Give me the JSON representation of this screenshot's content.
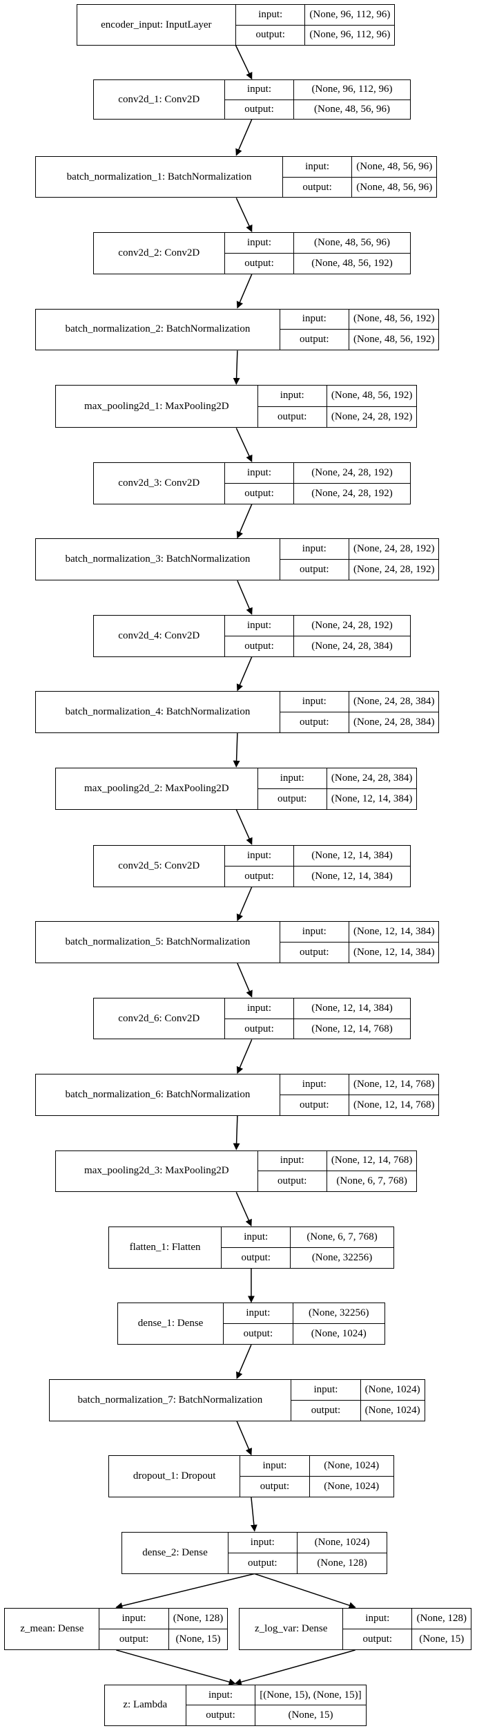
{
  "diagram": {
    "nodes": [
      {
        "id": "encoder_input",
        "label": "encoder_input: InputLayer",
        "input": "(None, 96, 112, 96)",
        "output": "(None, 96, 112, 96)"
      },
      {
        "id": "conv2d_1",
        "label": "conv2d_1: Conv2D",
        "input": "(None, 96, 112, 96)",
        "output": "(None, 48, 56, 96)"
      },
      {
        "id": "batch_normalization_1",
        "label": "batch_normalization_1: BatchNormalization",
        "input": "(None, 48, 56, 96)",
        "output": "(None, 48, 56, 96)"
      },
      {
        "id": "conv2d_2",
        "label": "conv2d_2: Conv2D",
        "input": "(None, 48, 56, 96)",
        "output": "(None, 48, 56, 192)"
      },
      {
        "id": "batch_normalization_2",
        "label": "batch_normalization_2: BatchNormalization",
        "input": "(None, 48, 56, 192)",
        "output": "(None, 48, 56, 192)"
      },
      {
        "id": "max_pooling2d_1",
        "label": "max_pooling2d_1: MaxPooling2D",
        "input": "(None, 48, 56, 192)",
        "output": "(None, 24, 28, 192)"
      },
      {
        "id": "conv2d_3",
        "label": "conv2d_3: Conv2D",
        "input": "(None, 24, 28, 192)",
        "output": "(None, 24, 28, 192)"
      },
      {
        "id": "batch_normalization_3",
        "label": "batch_normalization_3: BatchNormalization",
        "input": "(None, 24, 28, 192)",
        "output": "(None, 24, 28, 192)"
      },
      {
        "id": "conv2d_4",
        "label": "conv2d_4: Conv2D",
        "input": "(None, 24, 28, 192)",
        "output": "(None, 24, 28, 384)"
      },
      {
        "id": "batch_normalization_4",
        "label": "batch_normalization_4: BatchNormalization",
        "input": "(None, 24, 28, 384)",
        "output": "(None, 24, 28, 384)"
      },
      {
        "id": "max_pooling2d_2",
        "label": "max_pooling2d_2: MaxPooling2D",
        "input": "(None, 24, 28, 384)",
        "output": "(None, 12, 14, 384)"
      },
      {
        "id": "conv2d_5",
        "label": "conv2d_5: Conv2D",
        "input": "(None, 12, 14, 384)",
        "output": "(None, 12, 14, 384)"
      },
      {
        "id": "batch_normalization_5",
        "label": "batch_normalization_5: BatchNormalization",
        "input": "(None, 12, 14, 384)",
        "output": "(None, 12, 14, 384)"
      },
      {
        "id": "conv2d_6",
        "label": "conv2d_6: Conv2D",
        "input": "(None, 12, 14, 384)",
        "output": "(None, 12, 14, 768)"
      },
      {
        "id": "batch_normalization_6",
        "label": "batch_normalization_6: BatchNormalization",
        "input": "(None, 12, 14, 768)",
        "output": "(None, 12, 14, 768)"
      },
      {
        "id": "max_pooling2d_3",
        "label": "max_pooling2d_3: MaxPooling2D",
        "input": "(None, 12, 14, 768)",
        "output": "(None, 6, 7, 768)"
      },
      {
        "id": "flatten_1",
        "label": "flatten_1: Flatten",
        "input": "(None, 6, 7, 768)",
        "output": "(None, 32256)"
      },
      {
        "id": "dense_1",
        "label": "dense_1: Dense",
        "input": "(None, 32256)",
        "output": "(None, 1024)"
      },
      {
        "id": "batch_normalization_7",
        "label": "batch_normalization_7: BatchNormalization",
        "input": "(None, 1024)",
        "output": "(None, 1024)"
      },
      {
        "id": "dropout_1",
        "label": "dropout_1: Dropout",
        "input": "(None, 1024)",
        "output": "(None, 1024)"
      },
      {
        "id": "dense_2",
        "label": "dense_2: Dense",
        "input": "(None, 1024)",
        "output": "(None, 128)"
      },
      {
        "id": "z_mean",
        "label": "z_mean: Dense",
        "input": "(None, 128)",
        "output": "(None, 15)"
      },
      {
        "id": "z_log_var",
        "label": "z_log_var: Dense",
        "input": "(None, 128)",
        "output": "(None, 15)"
      },
      {
        "id": "z",
        "label": "z: Lambda",
        "input": "[(None, 15), (None, 15)]",
        "output": "(None, 15)"
      }
    ],
    "edges": [
      [
        "encoder_input",
        "conv2d_1"
      ],
      [
        "conv2d_1",
        "batch_normalization_1"
      ],
      [
        "batch_normalization_1",
        "conv2d_2"
      ],
      [
        "conv2d_2",
        "batch_normalization_2"
      ],
      [
        "batch_normalization_2",
        "max_pooling2d_1"
      ],
      [
        "max_pooling2d_1",
        "conv2d_3"
      ],
      [
        "conv2d_3",
        "batch_normalization_3"
      ],
      [
        "batch_normalization_3",
        "conv2d_4"
      ],
      [
        "conv2d_4",
        "batch_normalization_4"
      ],
      [
        "batch_normalization_4",
        "max_pooling2d_2"
      ],
      [
        "max_pooling2d_2",
        "conv2d_5"
      ],
      [
        "conv2d_5",
        "batch_normalization_5"
      ],
      [
        "batch_normalization_5",
        "conv2d_6"
      ],
      [
        "conv2d_6",
        "batch_normalization_6"
      ],
      [
        "batch_normalization_6",
        "max_pooling2d_3"
      ],
      [
        "max_pooling2d_3",
        "flatten_1"
      ],
      [
        "flatten_1",
        "dense_1"
      ],
      [
        "dense_1",
        "batch_normalization_7"
      ],
      [
        "batch_normalization_7",
        "dropout_1"
      ],
      [
        "dropout_1",
        "dense_2"
      ],
      [
        "dense_2",
        "z_mean"
      ],
      [
        "dense_2",
        "z_log_var"
      ],
      [
        "z_mean",
        "z"
      ],
      [
        "z_log_var",
        "z"
      ]
    ],
    "io_labels": {
      "input": "input:",
      "output": "output:"
    },
    "colors": {
      "line": "#000000",
      "background": "#ffffff"
    }
  }
}
